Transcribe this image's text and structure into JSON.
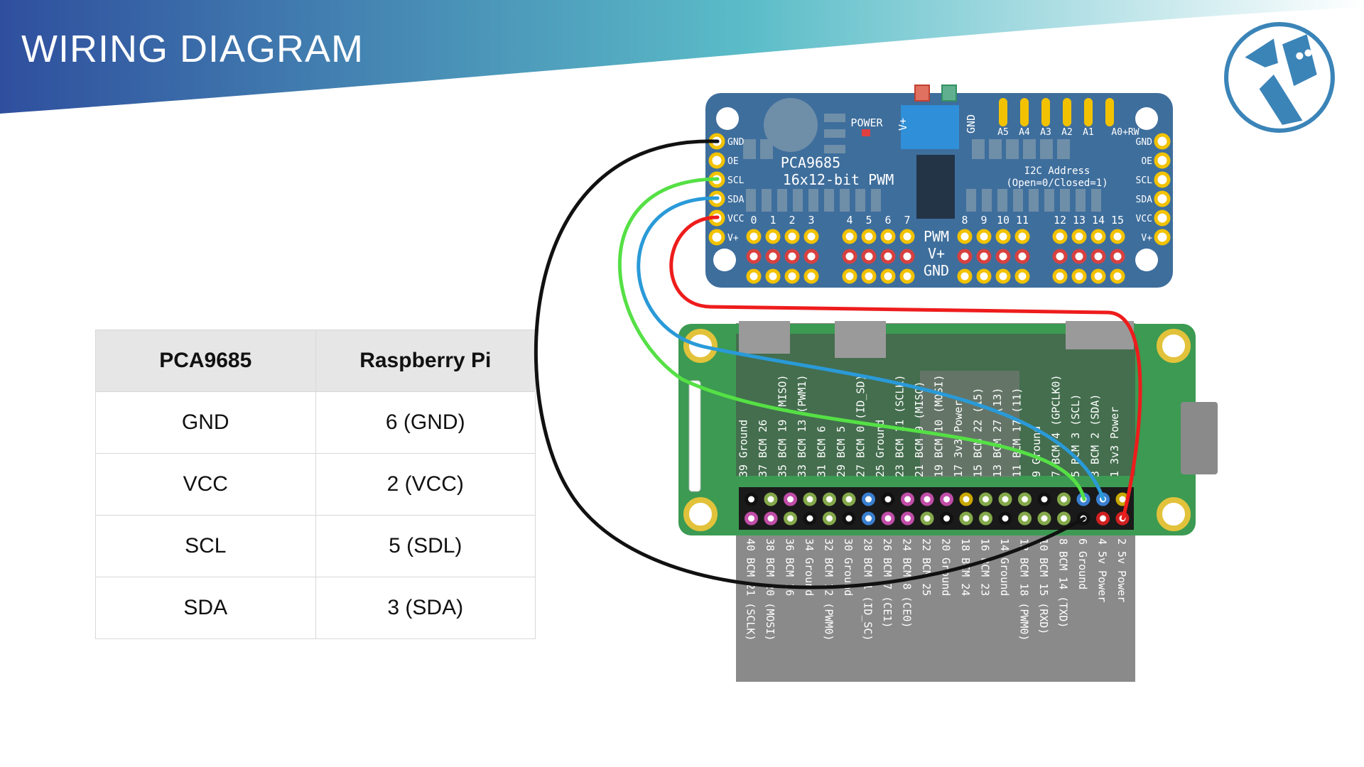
{
  "slide": {
    "title": "WIRING DIAGRAM",
    "colors": {
      "header_dark": "#2f4f9e",
      "header_light": "#5bbdc8",
      "logo": "#3b84b8"
    }
  },
  "table": {
    "headers": [
      "PCA9685",
      "Raspberry Pi"
    ],
    "rows": [
      [
        "GND",
        "6 (GND)"
      ],
      [
        "VCC",
        "2 (VCC)"
      ],
      [
        "SCL",
        "5 (SDL)"
      ],
      [
        "SDA",
        "3 (SDA)"
      ]
    ]
  },
  "pca9685": {
    "title": "PCA9685",
    "subtitle": "16x12-bit PWM",
    "power_label": "POWER",
    "vplus_label": "V+",
    "gnd_label": "GND",
    "i2c_label": "I2C Address",
    "i2c_sub": "(Open=0/Closed=1)",
    "addr_labels": [
      "A5",
      "A4",
      "A3",
      "A2",
      "A1",
      "A0+RW"
    ],
    "left_pins": [
      "GND",
      "OE",
      "SCL",
      "SDA",
      "VCC",
      "V+"
    ],
    "right_pins": [
      "GND",
      "OE",
      "SCL",
      "SDA",
      "VCC",
      "V+"
    ],
    "channels": [
      "0",
      "1",
      "2",
      "3",
      "4",
      "5",
      "6",
      "7",
      "8",
      "9",
      "10",
      "11",
      "12",
      "13",
      "14",
      "15"
    ],
    "pwm_labels": [
      "PWM",
      "V+",
      "GND"
    ],
    "colors": {
      "board": "#3e6e9c",
      "pin": "#f2c200",
      "terminal": "#2f8fd8"
    }
  },
  "raspberry_pi": {
    "odd_pins": [
      {
        "num": "1",
        "name": "3v3 Power",
        "color": "#c8a800"
      },
      {
        "num": "3",
        "name": "BCM 2 (SDA)",
        "color": "#3a7fd0"
      },
      {
        "num": "5",
        "name": "BCM 3 (SCL)",
        "color": "#3a7fd0"
      },
      {
        "num": "7",
        "name": "BCM 4 (GPCLK0)",
        "color": "#84a94a"
      },
      {
        "num": "9",
        "name": "Ground",
        "color": "#111111"
      },
      {
        "num": "11",
        "name": "BCM 17 (11)",
        "color": "#84a94a"
      },
      {
        "num": "13",
        "name": "BCM 27 (13)",
        "color": "#84a94a"
      },
      {
        "num": "15",
        "name": "BCM 22 (15)",
        "color": "#84a94a"
      },
      {
        "num": "17",
        "name": "3v3 Power",
        "color": "#c8a800"
      },
      {
        "num": "19",
        "name": "BCM 10 (MOSI)",
        "color": "#c04da8"
      },
      {
        "num": "21",
        "name": "BCM 9 (MISO)",
        "color": "#c04da8"
      },
      {
        "num": "23",
        "name": "BCM 11 (SCLK)",
        "color": "#c04da8"
      },
      {
        "num": "25",
        "name": "Ground",
        "color": "#111111"
      },
      {
        "num": "27",
        "name": "BCM 0 (ID_SD)",
        "color": "#3a7fd0"
      },
      {
        "num": "29",
        "name": "BCM 5",
        "color": "#84a94a"
      },
      {
        "num": "31",
        "name": "BCM 6",
        "color": "#84a94a"
      },
      {
        "num": "33",
        "name": "BCM 13 (PWM1)",
        "color": "#84a94a"
      },
      {
        "num": "35",
        "name": "BCM 19 (MISO)",
        "color": "#c04da8"
      },
      {
        "num": "37",
        "name": "BCM 26",
        "color": "#84a94a"
      },
      {
        "num": "39",
        "name": "Ground",
        "color": "#111111"
      }
    ],
    "even_pins": [
      {
        "num": "2",
        "name": "5v Power",
        "color": "#d02020"
      },
      {
        "num": "4",
        "name": "5v Power",
        "color": "#d02020"
      },
      {
        "num": "6",
        "name": "Ground",
        "color": "#111111"
      },
      {
        "num": "8",
        "name": "BCM 14 (TXD)",
        "color": "#84a94a"
      },
      {
        "num": "10",
        "name": "BCM 15 (RXD)",
        "color": "#84a94a"
      },
      {
        "num": "12",
        "name": "BCM 18 (PWM0)",
        "color": "#84a94a"
      },
      {
        "num": "14",
        "name": "Ground",
        "color": "#111111"
      },
      {
        "num": "16",
        "name": "BCM 23",
        "color": "#84a94a"
      },
      {
        "num": "18",
        "name": "BCM 24",
        "color": "#84a94a"
      },
      {
        "num": "20",
        "name": "Ground",
        "color": "#111111"
      },
      {
        "num": "22",
        "name": "BCM 25",
        "color": "#84a94a"
      },
      {
        "num": "24",
        "name": "BCM 8 (CE0)",
        "color": "#c04da8"
      },
      {
        "num": "26",
        "name": "BCM 7 (CE1)",
        "color": "#c04da8"
      },
      {
        "num": "28",
        "name": "BCM 1 (ID_SC)",
        "color": "#3a7fd0"
      },
      {
        "num": "30",
        "name": "Ground",
        "color": "#111111"
      },
      {
        "num": "32",
        "name": "BCM 12 (PWM0)",
        "color": "#84a94a"
      },
      {
        "num": "34",
        "name": "Ground",
        "color": "#111111"
      },
      {
        "num": "36",
        "name": "BCM 16",
        "color": "#84a94a"
      },
      {
        "num": "38",
        "name": "BCM 20 (MOSI)",
        "color": "#c04da8"
      },
      {
        "num": "40",
        "name": "BCM 21 (SCLK)",
        "color": "#c04da8"
      }
    ],
    "colors": {
      "board": "#3c9a52",
      "label_bg": "#8a8a8a"
    }
  },
  "wires": [
    {
      "from": "GND",
      "to": "6",
      "color": "#111111"
    },
    {
      "from": "VCC",
      "to": "2",
      "color": "#ee1c1c"
    },
    {
      "from": "SCL",
      "to": "5",
      "color": "#55e045"
    },
    {
      "from": "SDA",
      "to": "3",
      "color": "#2a9ad8"
    }
  ]
}
